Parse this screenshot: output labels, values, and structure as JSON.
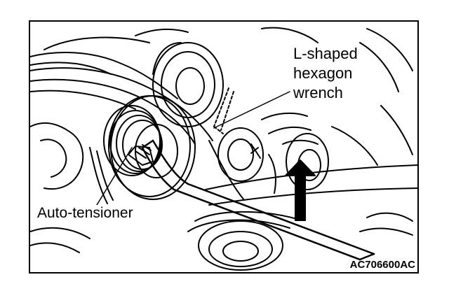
{
  "diagram": {
    "labels": {
      "wrench_line1": "L-shaped",
      "wrench_line2": "hexagon",
      "wrench_line3": "wrench",
      "tensioner": "Auto-tensioner",
      "figure_code": "AC706600AC"
    },
    "colors": {
      "ink": "#000000",
      "paper": "#ffffff"
    },
    "icons": [
      "up-arrow-icon"
    ]
  }
}
